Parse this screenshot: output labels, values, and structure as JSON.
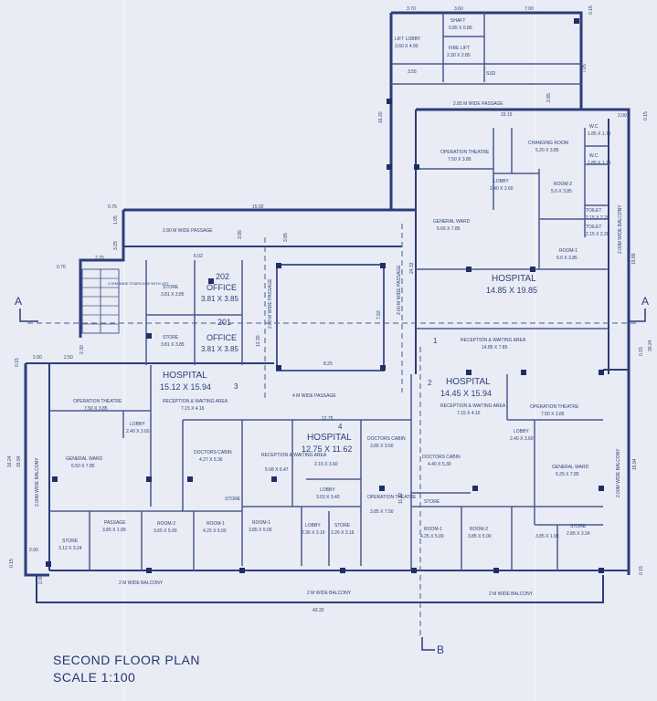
{
  "title": "SECOND FLOOR PLAN",
  "scale": "SCALE 1:100",
  "section_markers": {
    "a_left": "A",
    "a_right": "A",
    "b_bottom": "B"
  },
  "dimensions": {
    "top_1": "3.70",
    "top_2": "3.60",
    "top_3": "7.00",
    "top_4": "0.15",
    "side_1": "7.05",
    "side_2": "3.55",
    "side_3": "2.85",
    "passage_top_width": "15.15",
    "top_right_a": "2.00",
    "top_right_b": "0.15",
    "left_vertical": "16.20",
    "p2_left": "0.75",
    "p2_len": "15.92",
    "wing_left_1": "1.05",
    "wing_left_2": "3.25",
    "wing_left_3": "2.75",
    "wing_w": "6.02",
    "wing_v": "3.85",
    "p3_v": "3.85",
    "vert_a": "12.30",
    "vert_b": "24.33",
    "vert_c": "7.92",
    "atrium_w": "8.25",
    "left_top_a": "0.70",
    "left_band_1": "2.00",
    "left_band_2": "2.50",
    "left_band_3": "0.15",
    "left_band_4": "2.30",
    "left_height_1": "16.24",
    "left_height_2": "15.94",
    "left_base_1": "2.00",
    "left_base_2": "0.15",
    "left_base_3": "2.00",
    "mid_width": "12.75",
    "right_h_1": "19.85",
    "right_h_2": "30.24",
    "right_h_3": "0.15",
    "right_h_4": "15.94",
    "right_bottom": "0.15",
    "total_width": "43.32",
    "vert_d": "11.92"
  },
  "rooms": {
    "lift_lobby": "LIFT LOBBY",
    "lift_lobby_size": "3.60 X 4.90",
    "shaft": "SHAFT",
    "shaft_size": "0.85 X 0.80",
    "fire_lift": "FIRE LIFT",
    "fire_lift_size": "2.30 X 2.80",
    "ssd": "SSD",
    "p_top": "2.85 M WIDE PASSAGE",
    "p_mid": "2.80 M WIDE PASSAGE",
    "p_left_v": "2.00 M WIDE PASSAGE",
    "p_right_v": "2.00 M WIDE PASSAGE",
    "p_4m": "4 M WIDE PASSAGE",
    "balcony_bottom": "2 M WIDE BALCONY",
    "balcony_left": "2.00M WIDE BALCONY",
    "balcony_right": "2.00M WIDE BALCONY",
    "balcony_right_top": "2.00M WIDE BALCONY",
    "ot_top": "OPERATION THEATRE",
    "ot_top_size": "7.50 X 3.85",
    "changing": "CHANGING ROOM",
    "changing_size": "5.20 X 3.85",
    "wc_a": "W.C",
    "wc_a_size": "1.85 X 1.75",
    "wc_b": "W.C",
    "wc_b_size": "1.85 X 1.75",
    "lobby_top": "LOBBY",
    "lobby_top_size": "2.40 X 3.60",
    "room2_top": "ROOM-2",
    "room2_top_size": "5.0 X 3.85",
    "toilet_a": "TOILET",
    "toilet_a_size": "2.15 X 2.20",
    "toilet_b": "TOILET",
    "toilet_b_size": "2.15 X 2.20",
    "gw_top": "GENERAL WARD",
    "gw_top_size": "5.65 X 7.85",
    "room1_top": "ROOM-1",
    "room1_top_size": "5.0 X 3.85",
    "hosp1": "HOSPITAL",
    "hosp1_size": "14.85 X 19.85",
    "hosp1_no": "1",
    "recep1": "RECEPTION & WAITING AREA",
    "recep1_size": "14.85 X 7.85",
    "store_202": "STORE",
    "store_202_size": "3.81 X 3.85",
    "office_202_no": "202",
    "office_202": "OFFICE",
    "office_202_size": "3.81 X 3.85",
    "store_201": "STORE",
    "store_201_size": "3.81 X 3.85",
    "office_201_no": "201",
    "office_201": "OFFICE",
    "office_201_size": "3.81 X 3.85",
    "stair": "2.00M WIDE STAIRCASE WITH LIFT",
    "hosp3": "HOSPITAL",
    "hosp3_size": "15.12 X 15.94",
    "hosp3_no": "3",
    "recep3": "RECEPTION & WAITING AREA",
    "recep3_size": "7.15 X 4.16",
    "ot_left": "OPERATION THEATRE",
    "ot_left_size": "7.50 X 3.85",
    "lobby_left": "LOBBY",
    "lobby_left_size": "2.40 X 3.60",
    "gw_left": "GENERAL WARD",
    "gw_left_size": "6.50 X 7.85",
    "doc_left": "DOCTORS CABIN",
    "doc_left_size": "4.27 X 5.36",
    "store_left_cab": "STORE",
    "passage_small": "PASSAGE",
    "passage_small_size": "3.85 X 1.99",
    "store_left_b": "STORE",
    "store_left_b_size": "3.12 X 3.24",
    "room2_left": "ROOM-2",
    "room2_left_size": "3.65 X 5.00",
    "room1_left": "ROOM-1",
    "room1_left_size": "4.25 X 5.00",
    "hosp4": "HOSPITAL",
    "hosp4_size": "12.75 X 11.62",
    "hosp4_no": "4",
    "recep4": "RECEPTION & WAITING AREA",
    "recep4_size": "5.08 X 6.47",
    "recep4_b": "2.16 X 3.60",
    "doc_mid": "DOCTORS CABIN",
    "doc_mid_size": "3.85 X 3.60",
    "lobby_mid": "LOBBY",
    "lobby_mid_size": "3.03 X 3.40",
    "ot_mid": "OPERATION THEATRE",
    "ot_mid_size": "3.85 X 7.50",
    "room1_mid": "ROOM-1",
    "room1_mid_size": "3.85 X 5.00",
    "lobby_mid_b": "LOBBY",
    "lobby_mid_b_size": "2.36 X 3.16",
    "store_mid_b": "STORE",
    "store_mid_b_size": "2.26 X 3.16",
    "hosp2": "HOSPITAL",
    "hosp2_size": "14.45 X 15.94",
    "hosp2_no": "2",
    "recep2": "RECEPTION & WAITING AREA",
    "recep2_size": "7.15 X 4.16",
    "ot_right": "OPERATION THEATRE",
    "ot_right_size": "7.50 X 3.85",
    "lobby_right": "LOBBY",
    "lobby_right_size": "2.40 X 3.60",
    "doc_right": "DOCTORS CABIN",
    "doc_right_size": "4.40 X 5.30",
    "gw_right": "GENERAL WARD",
    "gw_right_size": "5.25 X 7.85",
    "store_right": "STORE",
    "room1_right": "ROOM-1",
    "room1_right_size": "4.25 X 5.00",
    "room2_right": "ROOM-2",
    "room2_right_size": "3.85 X 5.00",
    "right_small": "3.85 X 1.99",
    "store_right_b": "STORE",
    "store_right_b_size": "2.85 X 3.24"
  }
}
